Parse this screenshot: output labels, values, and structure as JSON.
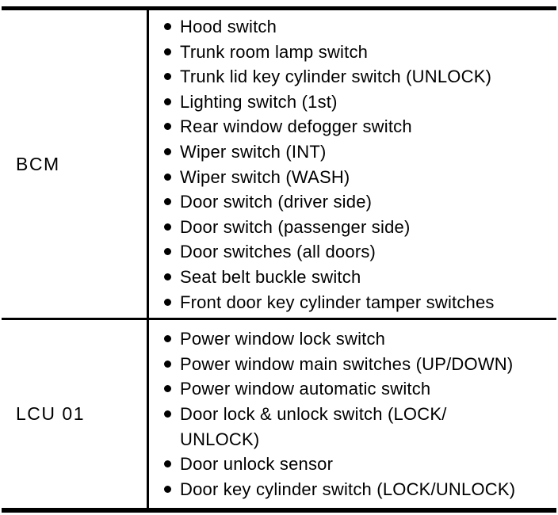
{
  "page": {
    "kind": "scanned-manual-table",
    "paper_color": "#ffffff",
    "ink_color": "#000000",
    "bullet_icon": "filled-circle"
  },
  "table": {
    "rows": [
      {
        "module": "BCM",
        "items": [
          "Hood switch",
          "Trunk room lamp switch",
          "Trunk lid key cylinder switch (UNLOCK)",
          "Lighting switch (1st)",
          "Rear window defogger switch",
          "Wiper switch (INT)",
          "Wiper switch (WASH)",
          "Door switch (driver side)",
          "Door switch (passenger side)",
          "Door switches (all doors)",
          "Seat belt buckle switch",
          "Front door key cylinder tamper switches"
        ]
      },
      {
        "module": "LCU 01",
        "items": [
          "Power window lock switch",
          "Power window main switches (UP/DOWN)",
          "Power window automatic switch",
          "Door lock & unlock switch (LOCK/\nUNLOCK)",
          "Door unlock sensor",
          "Door key cylinder switch (LOCK/UNLOCK)"
        ]
      }
    ]
  }
}
